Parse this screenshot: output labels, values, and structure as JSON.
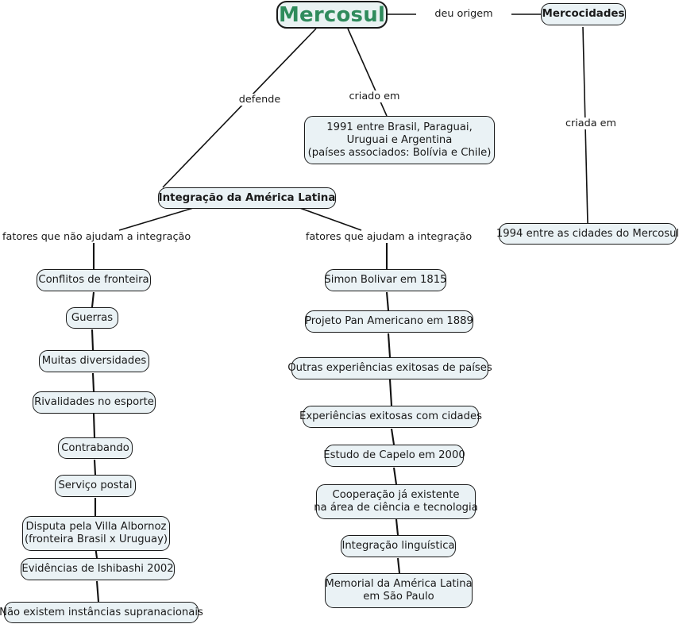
{
  "diagram": {
    "title": "Mercosul concept map",
    "background_color": "#ffffff",
    "node_fill_color": "#eaf2f5",
    "node_border_color": "#1a1a1a",
    "root_text_color": "#2f8b5c",
    "edge_color": "#111111"
  },
  "nodes": {
    "root": "Mercosul",
    "mercocidades": "Mercocidades",
    "criado_em_node": "1991 entre Brasil, Paraguai,\nUruguai e Argentina\n(países associados: Bolívia e Chile)",
    "integracao": "Integração da América Latina",
    "criada_em_node": "1994 entre as cidades do Mercosul",
    "left": [
      "Conflitos de fronteira",
      "Guerras",
      "Muitas diversidades",
      "Rivalidades no esporte",
      "Contrabando",
      "Serviço postal",
      "Disputa pela Villa Albornoz\n(fronteira Brasil x Uruguay)",
      "Evidências de Ishibashi 2002",
      "Não existem instâncias supranacionais"
    ],
    "right": [
      "Simon Bolivar em 1815",
      "Projeto Pan Americano em 1889",
      "Outras experiências exitosas de países",
      "Experiências exitosas com cidades",
      "Estudo de Capelo em 2000",
      "Cooperação já existente\nna área de ciência e tecnologia",
      "Integração linguística",
      "Memorial da América Latina\nem São Paulo"
    ]
  },
  "edge_labels": {
    "deu_origem": "deu origem",
    "defende": "defende",
    "criado_em": "criado em",
    "criada_em": "criada em",
    "fatores_nao_ajudam": "fatores que não ajudam a integração",
    "fatores_ajudam": "fatores que ajudam a integração"
  }
}
